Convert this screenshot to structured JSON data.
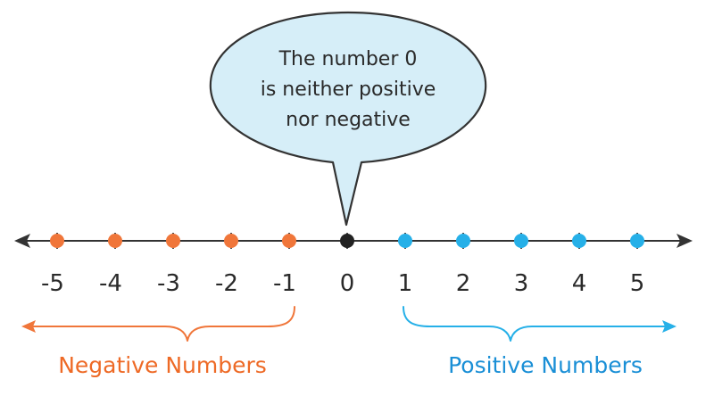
{
  "callout": {
    "lines": [
      "The number 0",
      "is neither positive",
      "nor negative"
    ]
  },
  "number_line": {
    "ticks": [
      -5,
      -4,
      -3,
      -2,
      -1,
      0,
      1,
      2,
      3,
      4,
      5
    ],
    "labels": [
      "-5",
      "-4",
      "-3",
      "-2",
      "-1",
      "0",
      "1",
      "2",
      "3",
      "4",
      "5"
    ]
  },
  "groups": {
    "negative_label": "Negative Numbers",
    "positive_label": "Positive Numbers"
  },
  "colors": {
    "negative": "#f0763a",
    "zero": "#222222",
    "positive": "#26b0e8",
    "axis": "#333333",
    "bubble_fill": "#d6eef8",
    "bubble_stroke": "#333333",
    "negative_text": "#ee6a26",
    "positive_text": "#1a8fd6"
  }
}
